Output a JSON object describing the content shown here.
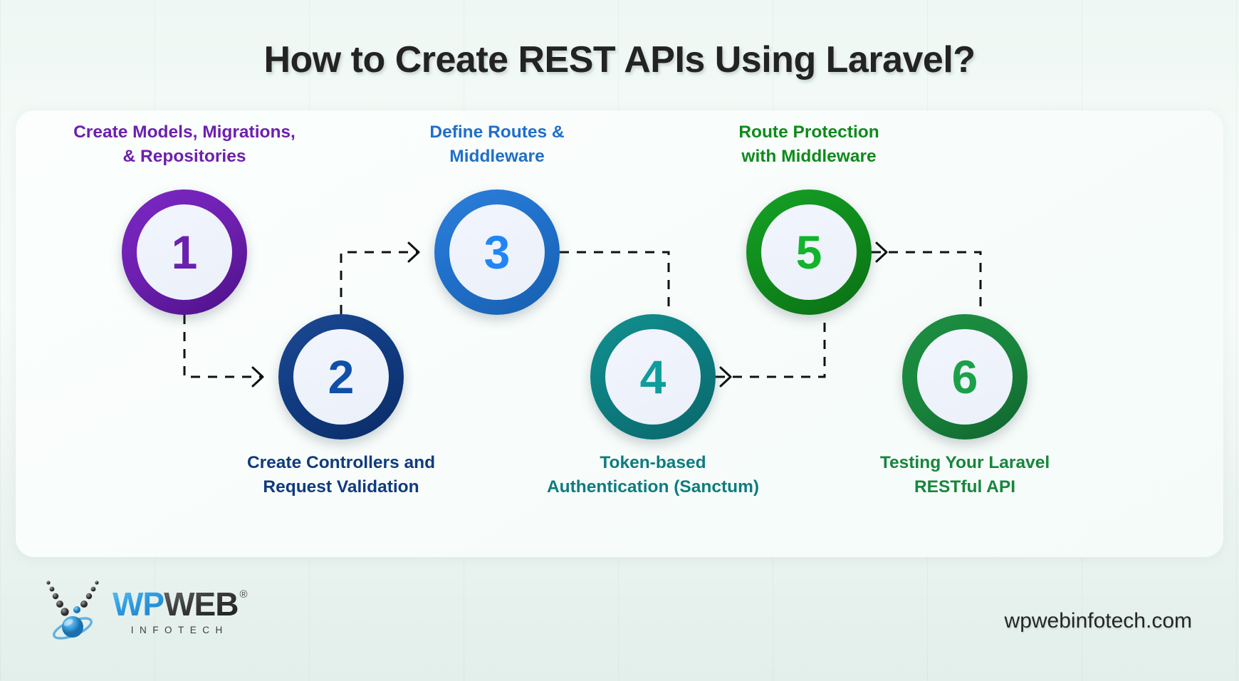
{
  "title": "How to Create REST APIs Using Laravel?",
  "steps": [
    {
      "number": "1",
      "label": "Create Models, Migrations,\n& Repositories",
      "color": "#6d1fae",
      "ring_from": "#7b28c4",
      "ring_to": "#4b1086",
      "num_color": "#6b21b0",
      "position": "top"
    },
    {
      "number": "2",
      "label": "Create Controllers and\nRequest Validation",
      "color": "#103a80",
      "ring_from": "#1c4a94",
      "ring_to": "#0b2c66",
      "num_color": "#0f4fa8",
      "position": "bottom"
    },
    {
      "number": "3",
      "label": "Define Routes &\nMiddleware",
      "color": "#1f6fc9",
      "ring_from": "#2c80da",
      "ring_to": "#185fae",
      "num_color": "#2186f5",
      "position": "top"
    },
    {
      "number": "4",
      "label": "Token-based\nAuthentication (Sanctum)",
      "color": "#0d7c7f",
      "ring_from": "#13908f",
      "ring_to": "#09666a",
      "num_color": "#0f9c9c",
      "position": "bottom"
    },
    {
      "number": "5",
      "label": "Route Protection\nwith Middleware",
      "color": "#0f8a1c",
      "ring_from": "#16a226",
      "ring_to": "#0a6e14",
      "num_color": "#11b52a",
      "position": "top"
    },
    {
      "number": "6",
      "label": "Testing Your Laravel\nRESTful API",
      "color": "#18853c",
      "ring_from": "#1d8f42",
      "ring_to": "#10622d",
      "num_color": "#1ba04a",
      "position": "bottom"
    }
  ],
  "footer": {
    "logo_wp": "WP",
    "logo_web": "WEB",
    "logo_reg": "®",
    "logo_sub": "INFOTECH",
    "website": "wpwebinfotech.com"
  },
  "connectors": {
    "stroke": "#111111",
    "dash": "13 11",
    "width": 3
  }
}
